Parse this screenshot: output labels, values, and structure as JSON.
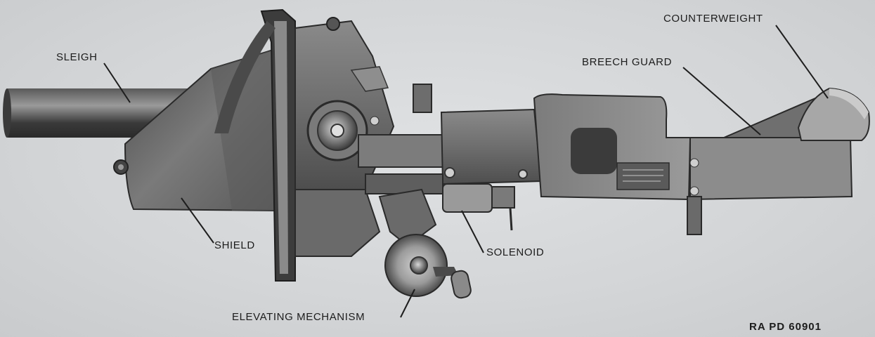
{
  "labels": {
    "sleigh": "SLEIGH",
    "shield": "SHIELD",
    "elevating_mechanism": "ELEVATING MECHANISM",
    "solenoid": "SOLENOID",
    "breech_guard": "BREECH GUARD",
    "counterweight": "COUNTERWEIGHT"
  },
  "figure_reference": "RA PD 60901",
  "colors": {
    "background": "#d6d8da",
    "metal_dark": "#2e2e2e",
    "metal_mid": "#6a6a6a",
    "metal_light": "#a9a9a9",
    "text": "#1c1c1c"
  }
}
